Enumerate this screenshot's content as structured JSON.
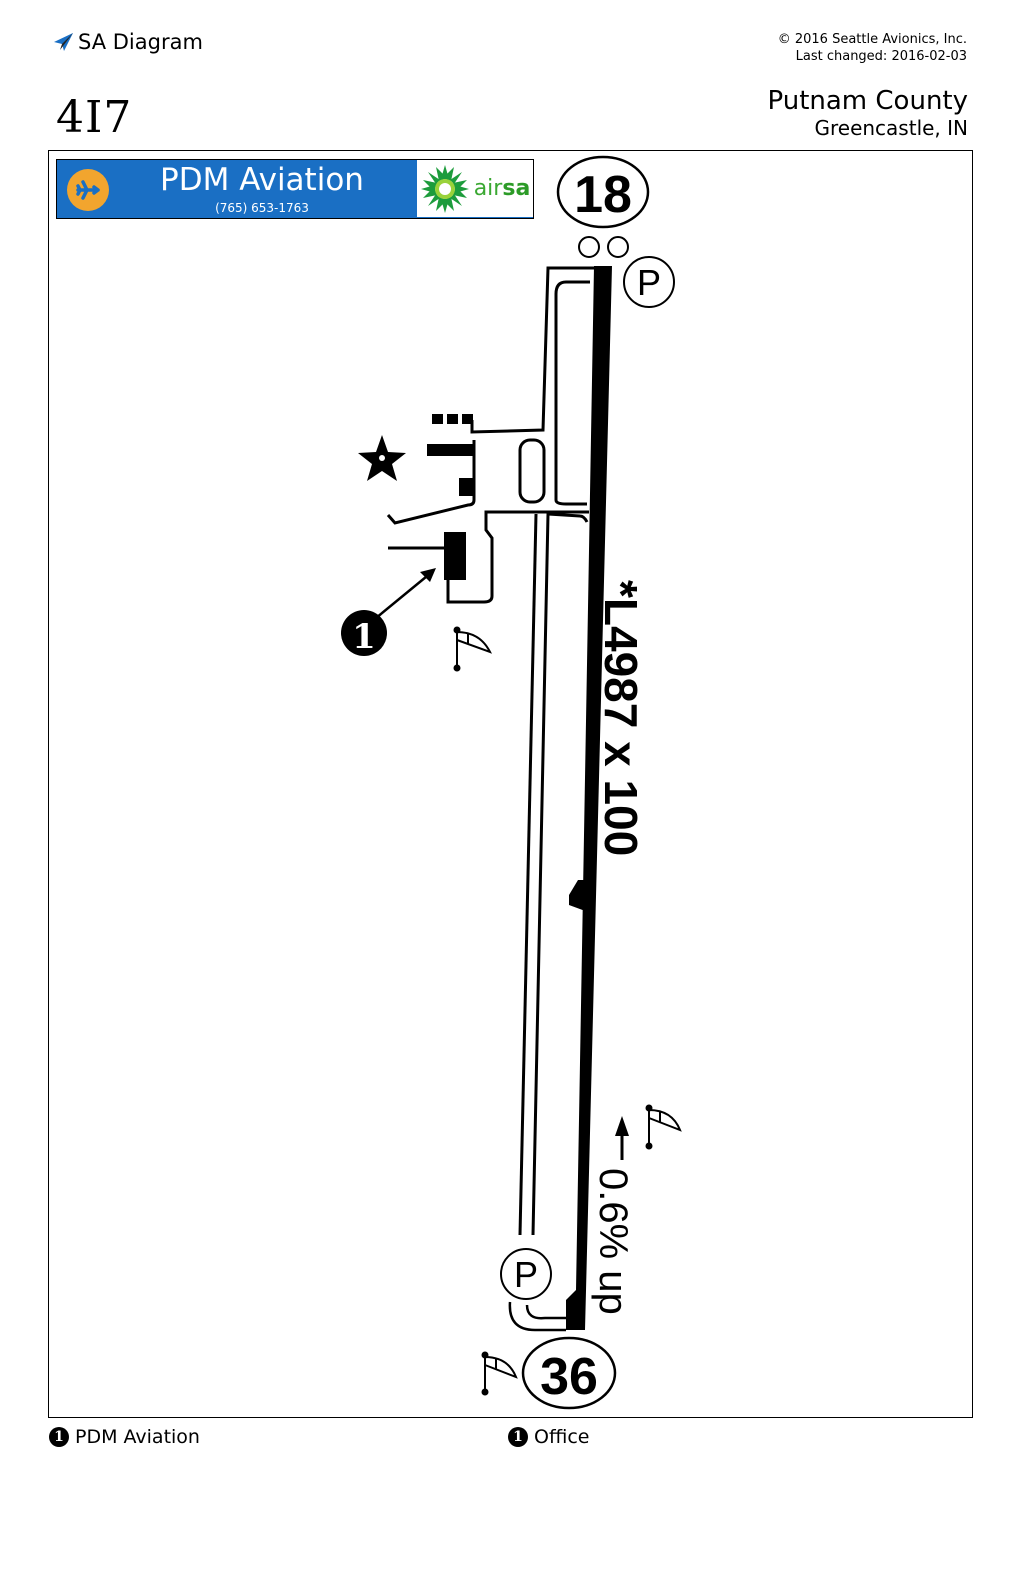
{
  "header": {
    "app_title": "SA Diagram",
    "app_icon": "paper-plane-icon",
    "copyright": "© 2016 Seattle Avionics, Inc.",
    "last_changed": "Last changed: 2016-02-03",
    "airport_id": "4I7",
    "airport_name": "Putnam County",
    "airport_city": "Greencastle, IN"
  },
  "fbo_banner": {
    "name": "PDM Aviation",
    "phone": "(765) 653-1763",
    "icon": "airplane-icon",
    "fuel_brand": "air sa",
    "fuel_brand_part1": "air",
    "fuel_brand_part2": "sa",
    "colors": {
      "banner_bg": "#1a6fc4",
      "icon_bg": "#f2a52e",
      "brand_green": "#3aa832"
    }
  },
  "diagram": {
    "runway_end_north": "18",
    "runway_end_south": "36",
    "runway_label": "*L4987 x 100",
    "slope_label": "0.6% up",
    "parking_label": "P",
    "callout_number": "1",
    "symbols": [
      "rotating-beacon",
      "windsock",
      "lighting",
      "parking",
      "fbo-callout"
    ]
  },
  "legend": {
    "items": [
      {
        "num": "1",
        "label": "PDM Aviation"
      },
      {
        "num": "1",
        "label": "Office"
      }
    ]
  }
}
